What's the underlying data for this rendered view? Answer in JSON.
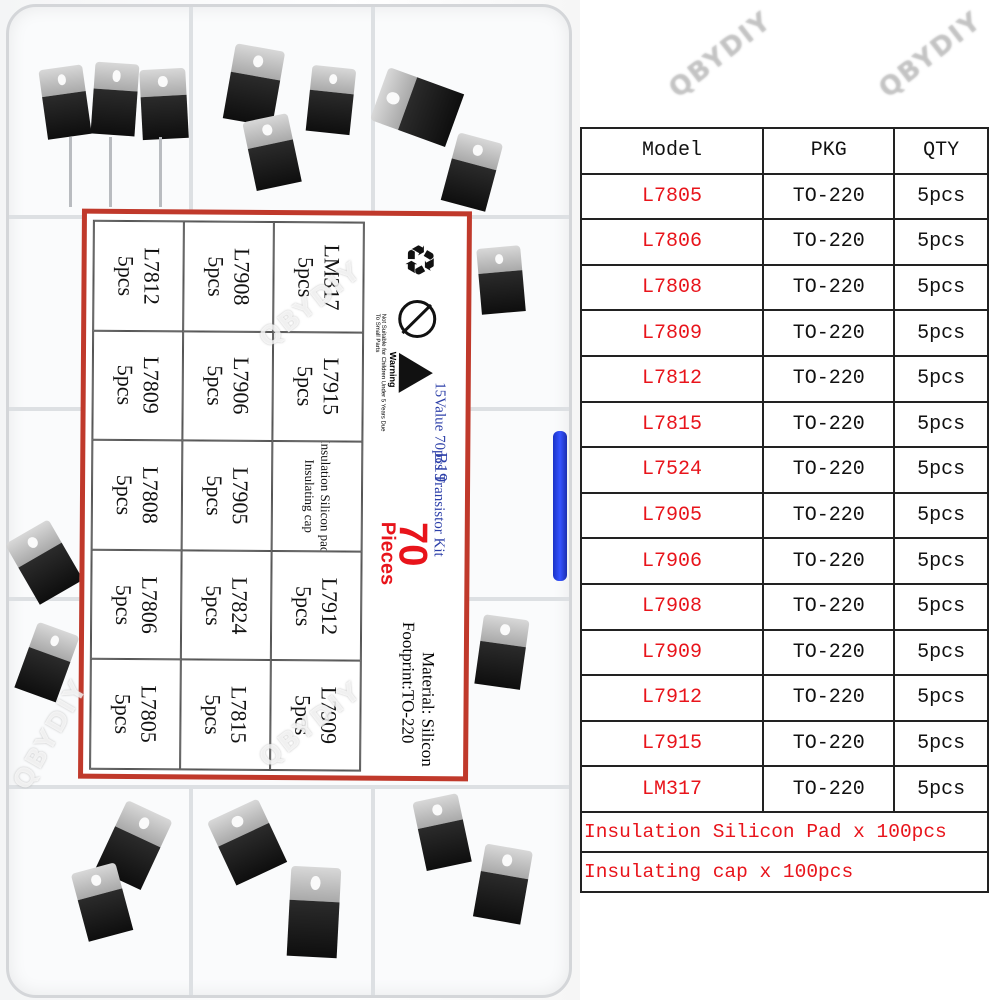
{
  "table": {
    "headers": [
      "Model",
      "PKG",
      "QTY"
    ],
    "rows": [
      {
        "model": "L7805",
        "pkg": "TO-220",
        "qty": "5pcs"
      },
      {
        "model": "L7806",
        "pkg": "TO-220",
        "qty": "5pcs"
      },
      {
        "model": "L7808",
        "pkg": "TO-220",
        "qty": "5pcs"
      },
      {
        "model": "L7809",
        "pkg": "TO-220",
        "qty": "5pcs"
      },
      {
        "model": "L7812",
        "pkg": "TO-220",
        "qty": "5pcs"
      },
      {
        "model": "L7815",
        "pkg": "TO-220",
        "qty": "5pcs"
      },
      {
        "model": "L7524",
        "pkg": "TO-220",
        "qty": "5pcs"
      },
      {
        "model": "L7905",
        "pkg": "TO-220",
        "qty": "5pcs"
      },
      {
        "model": "L7906",
        "pkg": "TO-220",
        "qty": "5pcs"
      },
      {
        "model": "L7908",
        "pkg": "TO-220",
        "qty": "5pcs"
      },
      {
        "model": "L7909",
        "pkg": "TO-220",
        "qty": "5pcs"
      },
      {
        "model": "L7912",
        "pkg": "TO-220",
        "qty": "5pcs"
      },
      {
        "model": "L7915",
        "pkg": "TO-220",
        "qty": "5pcs"
      },
      {
        "model": "LM317",
        "pkg": "TO-220",
        "qty": "5pcs"
      }
    ],
    "notes": [
      "Insulation Silicon Pad x 100pcs",
      "Insulating cap x 100pcs"
    ]
  },
  "card": {
    "cells": [
      {
        "name": "L7812",
        "qty": "5pcs"
      },
      {
        "name": "L7908",
        "qty": "5pcs"
      },
      {
        "name": "LM317",
        "qty": "5pcs"
      },
      {
        "name": "L7809",
        "qty": "5pcs"
      },
      {
        "name": "L7906",
        "qty": "5pcs"
      },
      {
        "name": "L7915",
        "qty": "5pcs"
      },
      {
        "name": "L7808",
        "qty": "5pcs"
      },
      {
        "name": "L7905",
        "qty": "5pcs"
      },
      {
        "name": "Insulation Silicon pad",
        "qty": "Insulating cap"
      },
      {
        "name": "L7806",
        "qty": "5pcs"
      },
      {
        "name": "L7824",
        "qty": "5pcs"
      },
      {
        "name": "L7912",
        "qty": "5pcs"
      },
      {
        "name": "L7805",
        "qty": "5pcs"
      },
      {
        "name": "L7815",
        "qty": "5pcs"
      },
      {
        "name": "L7909",
        "qty": "5pcs"
      }
    ],
    "kit_code": "B19",
    "pieces_count": "70",
    "pieces_word": "Pieces",
    "kit_title": "15Value 70pcs Transistor Kit",
    "material": "Material: Silicon",
    "footprint": "Footprint:TO-220",
    "warning": "Warning",
    "warning_text": "Not Suitable for Children Under 5 Years Due To Small Parts"
  },
  "watermark": "QBYDIY",
  "colors": {
    "model_red": "#e8141b",
    "card_border": "#c0392b",
    "kit_blue": "#2c3fa8",
    "latch_blue": "#2a45e6"
  },
  "icons": [
    "recycle-icon",
    "no-children-icon",
    "warning-icon"
  ]
}
